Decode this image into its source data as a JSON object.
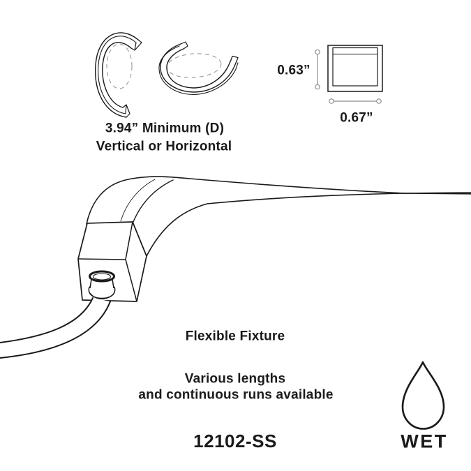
{
  "colors": {
    "ink": "#1a1a1a",
    "dim": "#8c8c8c",
    "dash": "#999999",
    "background": "#ffffff"
  },
  "bend_diagrams": {
    "caption_line1": "3.94” Minimum (D)",
    "caption_line2": "Vertical or Horizontal"
  },
  "cross_section": {
    "height_label": "0.63”",
    "width_label": "0.67”"
  },
  "fixture": {
    "title": "Flexible Fixture",
    "note_line1": "Various lengths",
    "note_line2": "and continuous runs available",
    "part_number": "12102-SS"
  },
  "rating": {
    "label": "WET",
    "icon": "water-drop-icon"
  }
}
